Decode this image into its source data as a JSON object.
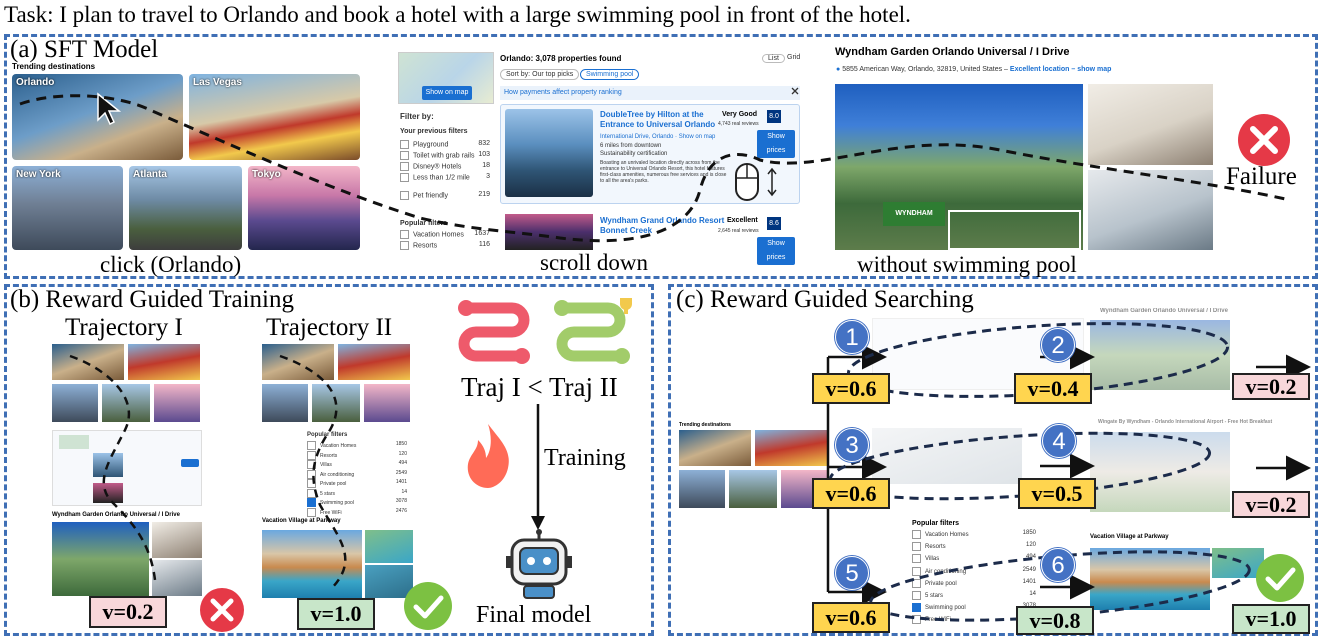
{
  "task": "Task: I plan to travel to Orlando and book a hotel with a large swimming pool in front of the hotel.",
  "panel_a": {
    "title": "(a) SFT Model",
    "trending": "Trending destinations",
    "cities": [
      "Orlando",
      "Las Vegas",
      "New York",
      "Atlanta",
      "Tokyo"
    ],
    "caption_click": "click (Orlando)",
    "caption_scroll": "scroll down",
    "caption_nopool": "without swimming pool",
    "failure": "Failure",
    "search": {
      "heading": "Orlando: 3,078 properties found",
      "list": "List",
      "grid": "Grid",
      "sort": "Sort by: Our top picks",
      "pool_chip": "Swimming pool",
      "payments": "How payments affect property ranking",
      "show_on_map": "Show on map",
      "filter_by": "Filter by:",
      "prev_filters": "Your previous filters",
      "filters": [
        "Playground",
        "Toilet with grab rails",
        "Disney® Hotels",
        "Less than 1/2 mile",
        "Pet friendly"
      ],
      "filter_counts": [
        "832",
        "103",
        "18",
        "3",
        "219"
      ],
      "popular": "Popular filters",
      "pop_filters": [
        "Vacation Homes",
        "Resorts"
      ],
      "pop_counts": [
        "1637",
        "116"
      ],
      "hotel1": "DoubleTree by Hilton at the Entrance to Universal Orlando",
      "hotel1_rating": "Very Good",
      "hotel1_score": "8.0",
      "hotel1_reviews": "4,743 real reviews",
      "hotel1_meta": "International Drive, Orlando · Show on map",
      "hotel1_dist": "6 miles from downtown",
      "hotel1_cert": "Sustainability certification",
      "hotel1_desc": "Boasting an unrivaled location directly across from the entrance to Universal Orlando Resort, this hotel features first-class amenities, numerous free services and is close to all the area's parks.",
      "hotel2": "Wyndham Grand Orlando Resort Bonnet Creek",
      "hotel2_rating": "Excellent",
      "hotel2_score": "8.6",
      "hotel2_reviews": "2,645 real reviews",
      "show_prices": "Show prices"
    },
    "hotel": {
      "name": "Wyndham Garden Orlando Universal / I Drive",
      "address": "5855 American Way, Orlando, 32819, United States –",
      "loc": "Excellent location – show map"
    }
  },
  "panel_b": {
    "title": "(b) Reward Guided Training",
    "traj1": "Trajectory I",
    "traj2": "Trajectory II",
    "compare": "Traj I < Traj II",
    "training": "Training",
    "final": "Final model",
    "v1": "v=0.2",
    "v2": "v=1.0",
    "hotel1": "Wyndham Garden Orlando Universal / I Drive",
    "hotel2": "Vacation Village at Parkway",
    "popular": "Popular filters",
    "pop_filters": [
      "Vacation Homes",
      "Resorts",
      "Villas",
      "Air conditioning",
      "Private pool",
      "5 stars",
      "Swimming pool",
      "Free WiFi"
    ],
    "pop_counts": [
      "1850",
      "120",
      "494",
      "2549",
      "1401",
      "14",
      "3078",
      "2476"
    ]
  },
  "panel_c": {
    "title": "(c) Reward Guided Searching",
    "steps": [
      "1",
      "2",
      "3",
      "4",
      "5",
      "6"
    ],
    "values": [
      "v=0.6",
      "v=0.4",
      "v=0.2",
      "v=0.6",
      "v=0.5",
      "v=0.2",
      "v=0.6",
      "v=0.8",
      "v=1.0"
    ],
    "hotel_a": "Wyndham Garden Orlando Universal / I Drive",
    "hotel_b": "Wingate By Wyndham - Orlando International Airport - Free Hot Breakfast",
    "hotel_c": "Vacation Village at Parkway",
    "trending": "Trending destinations",
    "popular": "Popular filters",
    "pop_filters": [
      "Vacation Homes",
      "Resorts",
      "Villas",
      "Air conditioning",
      "Private pool",
      "5 stars",
      "Swimming pool",
      "Free WiFi"
    ],
    "pop_counts": [
      "1850",
      "120",
      "494",
      "2549",
      "1401",
      "14",
      "3078",
      "2476"
    ]
  },
  "colors": {
    "panel_border": "#3f6fb5",
    "node": "#4472c4",
    "v_yellow": "#ffd54f",
    "v_pink": "#f8d7da",
    "v_green": "#c8e6c9",
    "fail": "#e53947",
    "ok": "#7cc142",
    "booking": "#1a6fd1"
  }
}
